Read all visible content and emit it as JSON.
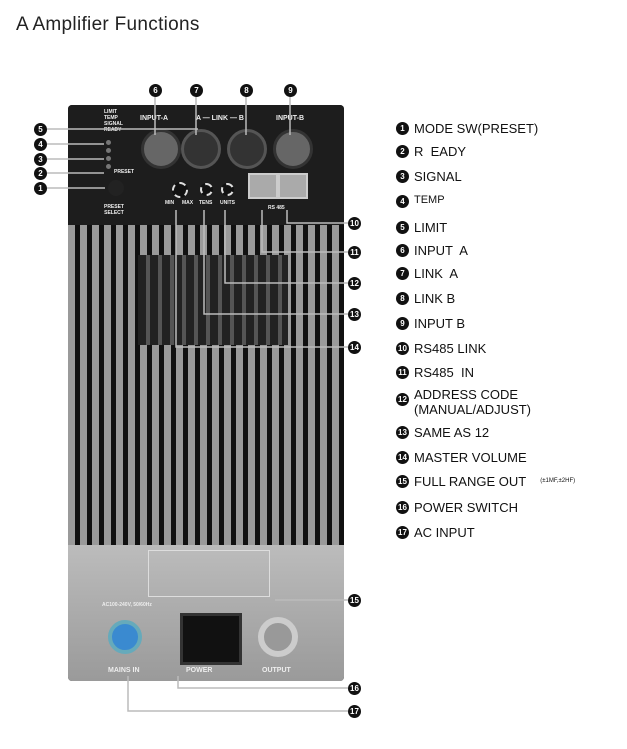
{
  "title": "A Amplifier Functions",
  "panel_labels": {
    "input_a": "INPUT-A",
    "link": "A — LINK — B",
    "input_b": "INPUT-B",
    "leds": [
      "LIMIT",
      "TEMP",
      "SIGNAL",
      "READY"
    ],
    "preset": "PRESET",
    "preset_select": "PRESET SELECT",
    "min": "MIN",
    "max": "MAX",
    "tens": "TENS",
    "units": "UNITS",
    "rs485": "RS 485",
    "ac": "AC100-240V, 50/60Hz",
    "mains_in": "MAINS IN",
    "power": "POWER",
    "output": "OUTPUT"
  },
  "legend": [
    {
      "n": "1",
      "label": "MODE SW(PRESET)"
    },
    {
      "n": "2",
      "label": "R  EADY"
    },
    {
      "n": "3",
      "label": "SIGNAL"
    },
    {
      "n": "4",
      "label": "TEMP"
    },
    {
      "n": "5",
      "label": "LIMIT"
    },
    {
      "n": "6",
      "label": "INPUT  A"
    },
    {
      "n": "7",
      "label": "LINK  A"
    },
    {
      "n": "8",
      "label": "LINK B"
    },
    {
      "n": "9",
      "label": "INPUT B"
    },
    {
      "n": "10",
      "label": "RS485 LINK"
    },
    {
      "n": "11",
      "label": "RS485  IN"
    },
    {
      "n": "12",
      "label": "ADDRESS CODE (MANUAL/ADJUST)"
    },
    {
      "n": "13",
      "label": "SAME AS 12"
    },
    {
      "n": "14",
      "label": "MASTER VOLUME"
    },
    {
      "n": "15",
      "label": "FULL RANGE OUT",
      "note": "(±1MF,±2HF)"
    },
    {
      "n": "16",
      "label": "POWER SWITCH"
    },
    {
      "n": "17",
      "label": "AC INPUT"
    }
  ]
}
